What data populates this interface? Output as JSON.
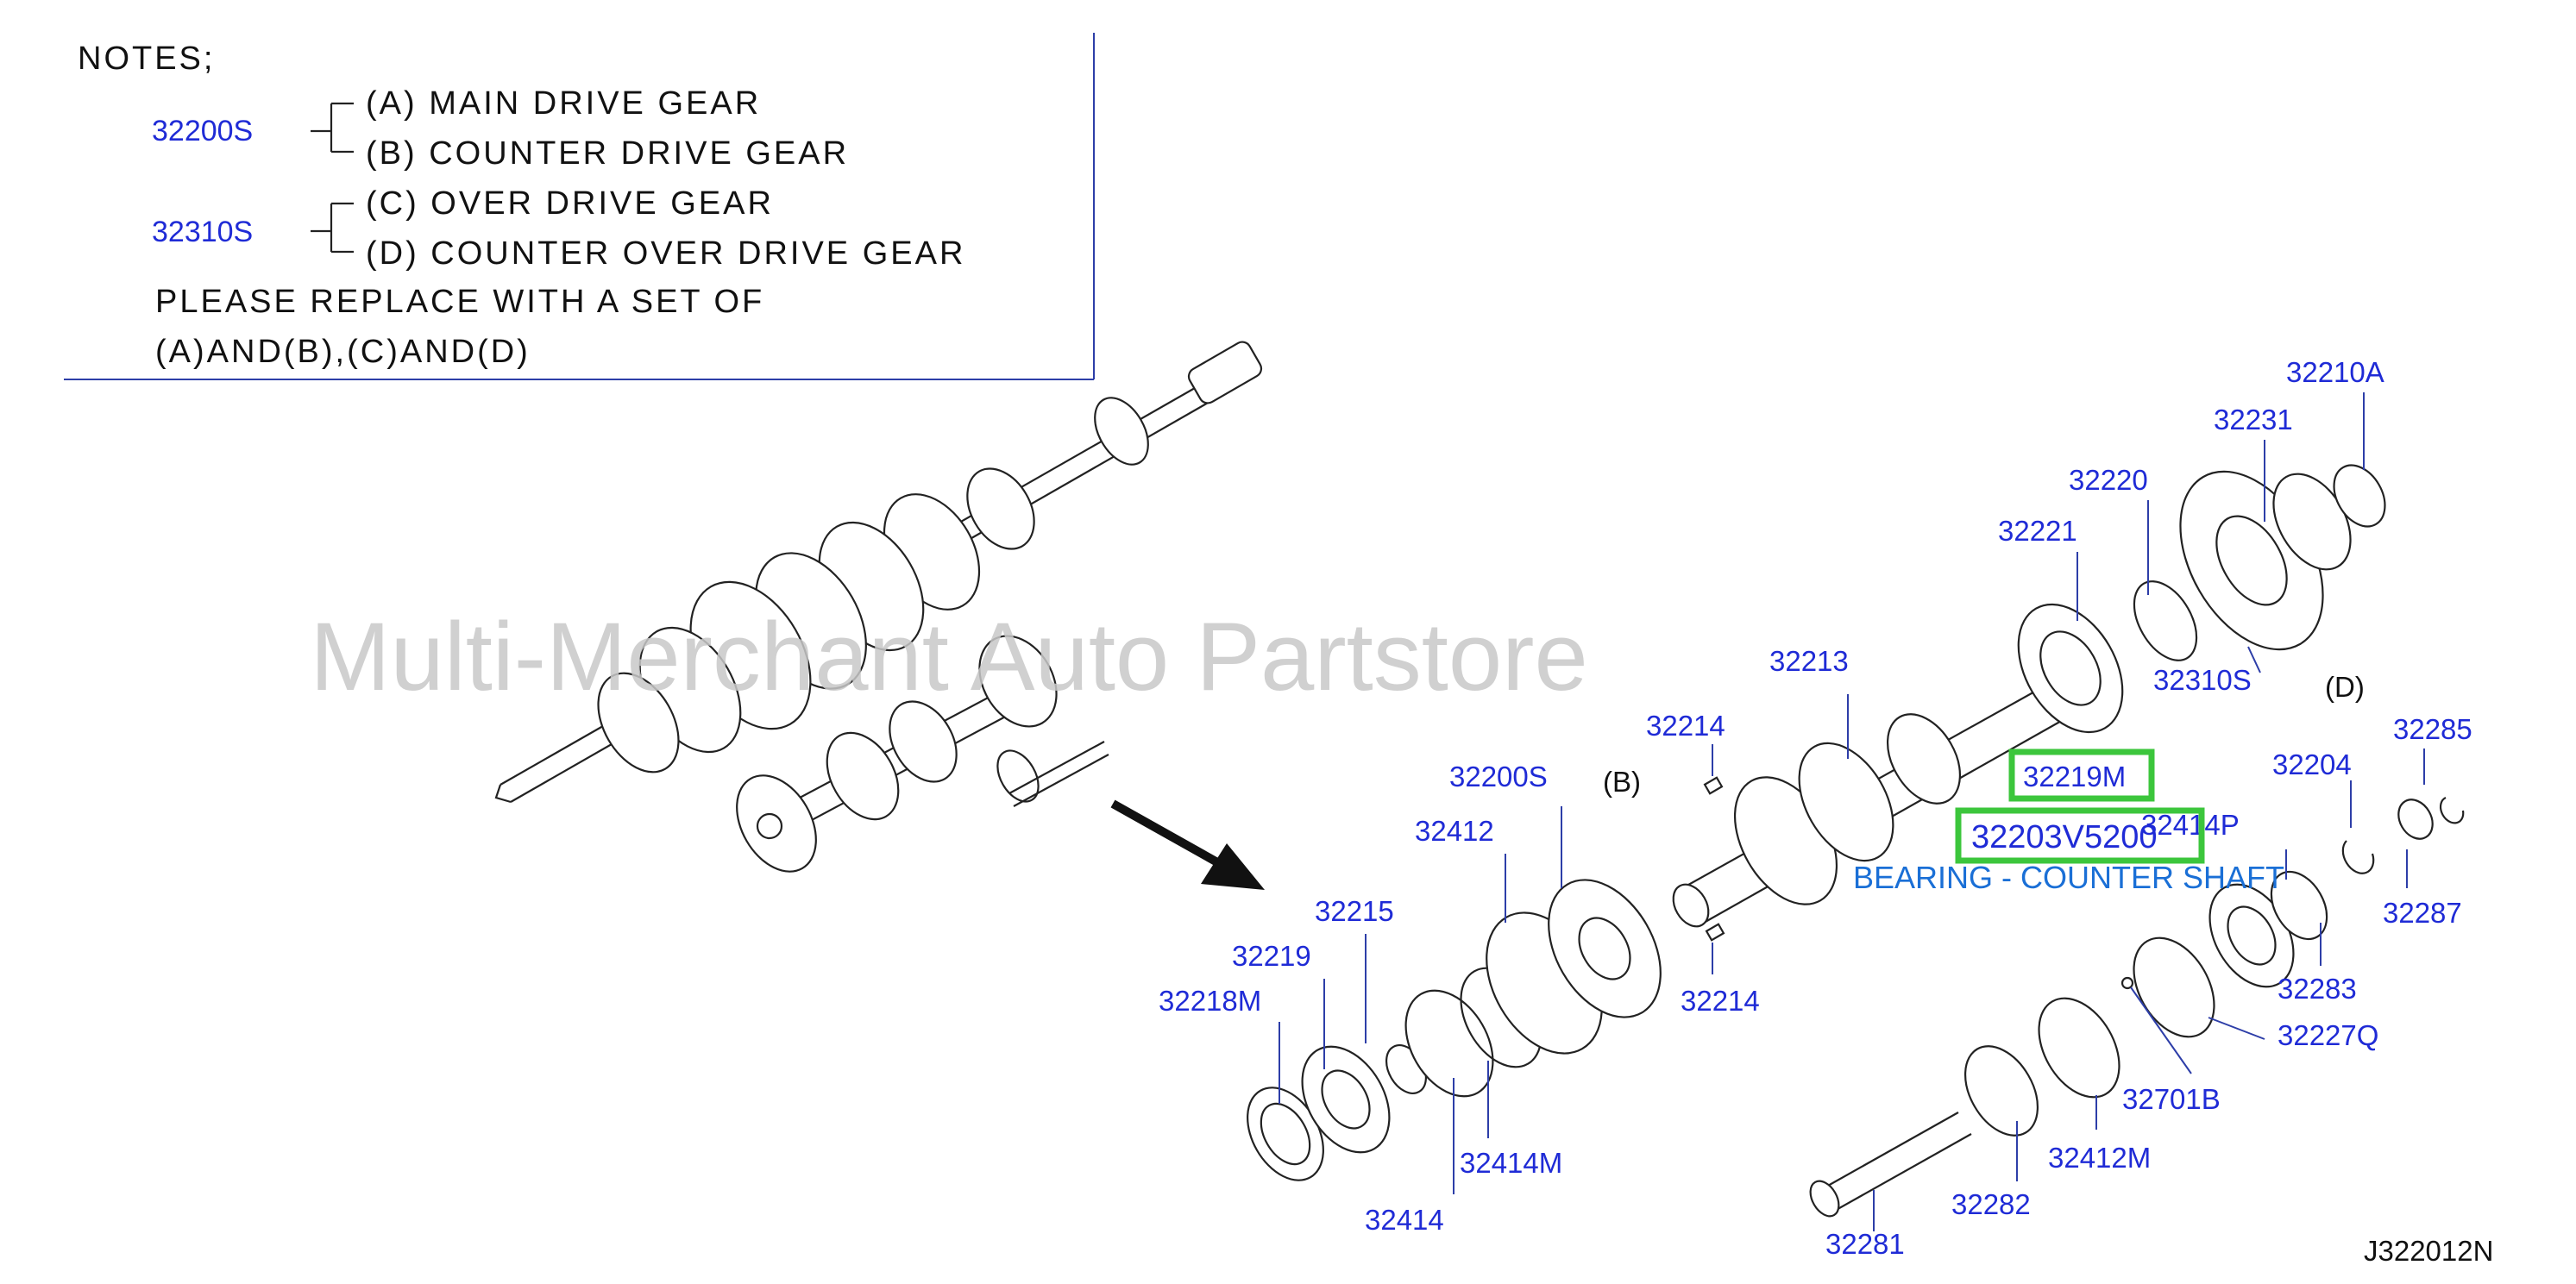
{
  "colors": {
    "callout_text": "#1f2bd6",
    "leader_line": "#2d3ea8",
    "highlight_box": "#3cc63c",
    "bearing_label": "#1a6fd6",
    "watermark": "#c8c8c8",
    "drawing": "#222222"
  },
  "notes": {
    "heading": "NOTES;",
    "groups": [
      {
        "part": "32200S",
        "items": [
          "(A)  MAIN  DRIVE  GEAR",
          "(B)  COUNTER  DRIVE  GEAR"
        ]
      },
      {
        "part": "32310S",
        "items": [
          "(C)  OVER  DRIVE  GEAR",
          "(D)  COUNTER  OVER  DRIVE  GEAR"
        ]
      }
    ],
    "replace_line1": "PLEASE  REPLACE  WITH  A  SET  OF",
    "replace_line2": "(A)AND(B),(C)AND(D)"
  },
  "watermark": "Multi-Merchant Auto Partstore",
  "markers": {
    "b": "(B)",
    "d": "(D)"
  },
  "highlight": {
    "part_32219m": "32219M",
    "part_32203": "32203V5200",
    "tooltip": "BEARING - COUNTER SHAFT"
  },
  "callouts": {
    "p32210A": "32210A",
    "p32231": "32231",
    "p32220": "32220",
    "p32221": "32221",
    "p32310S": "32310S",
    "p32213": "32213",
    "p32214_top": "32214",
    "p32214_bottom": "32214",
    "p32200S": "32200S",
    "p32412": "32412",
    "p32215": "32215",
    "p32219": "32219",
    "p32218M": "32218M",
    "p32414M": "32414M",
    "p32414": "32414",
    "p32285": "32285",
    "p32204": "32204",
    "p32414P": "32414P",
    "p32287": "32287",
    "p32283": "32283",
    "p32227Q": "32227Q",
    "p32701B": "32701B",
    "p32412M": "32412M",
    "p32282": "32282",
    "p32281": "32281"
  },
  "diagram_code": "J322012N"
}
